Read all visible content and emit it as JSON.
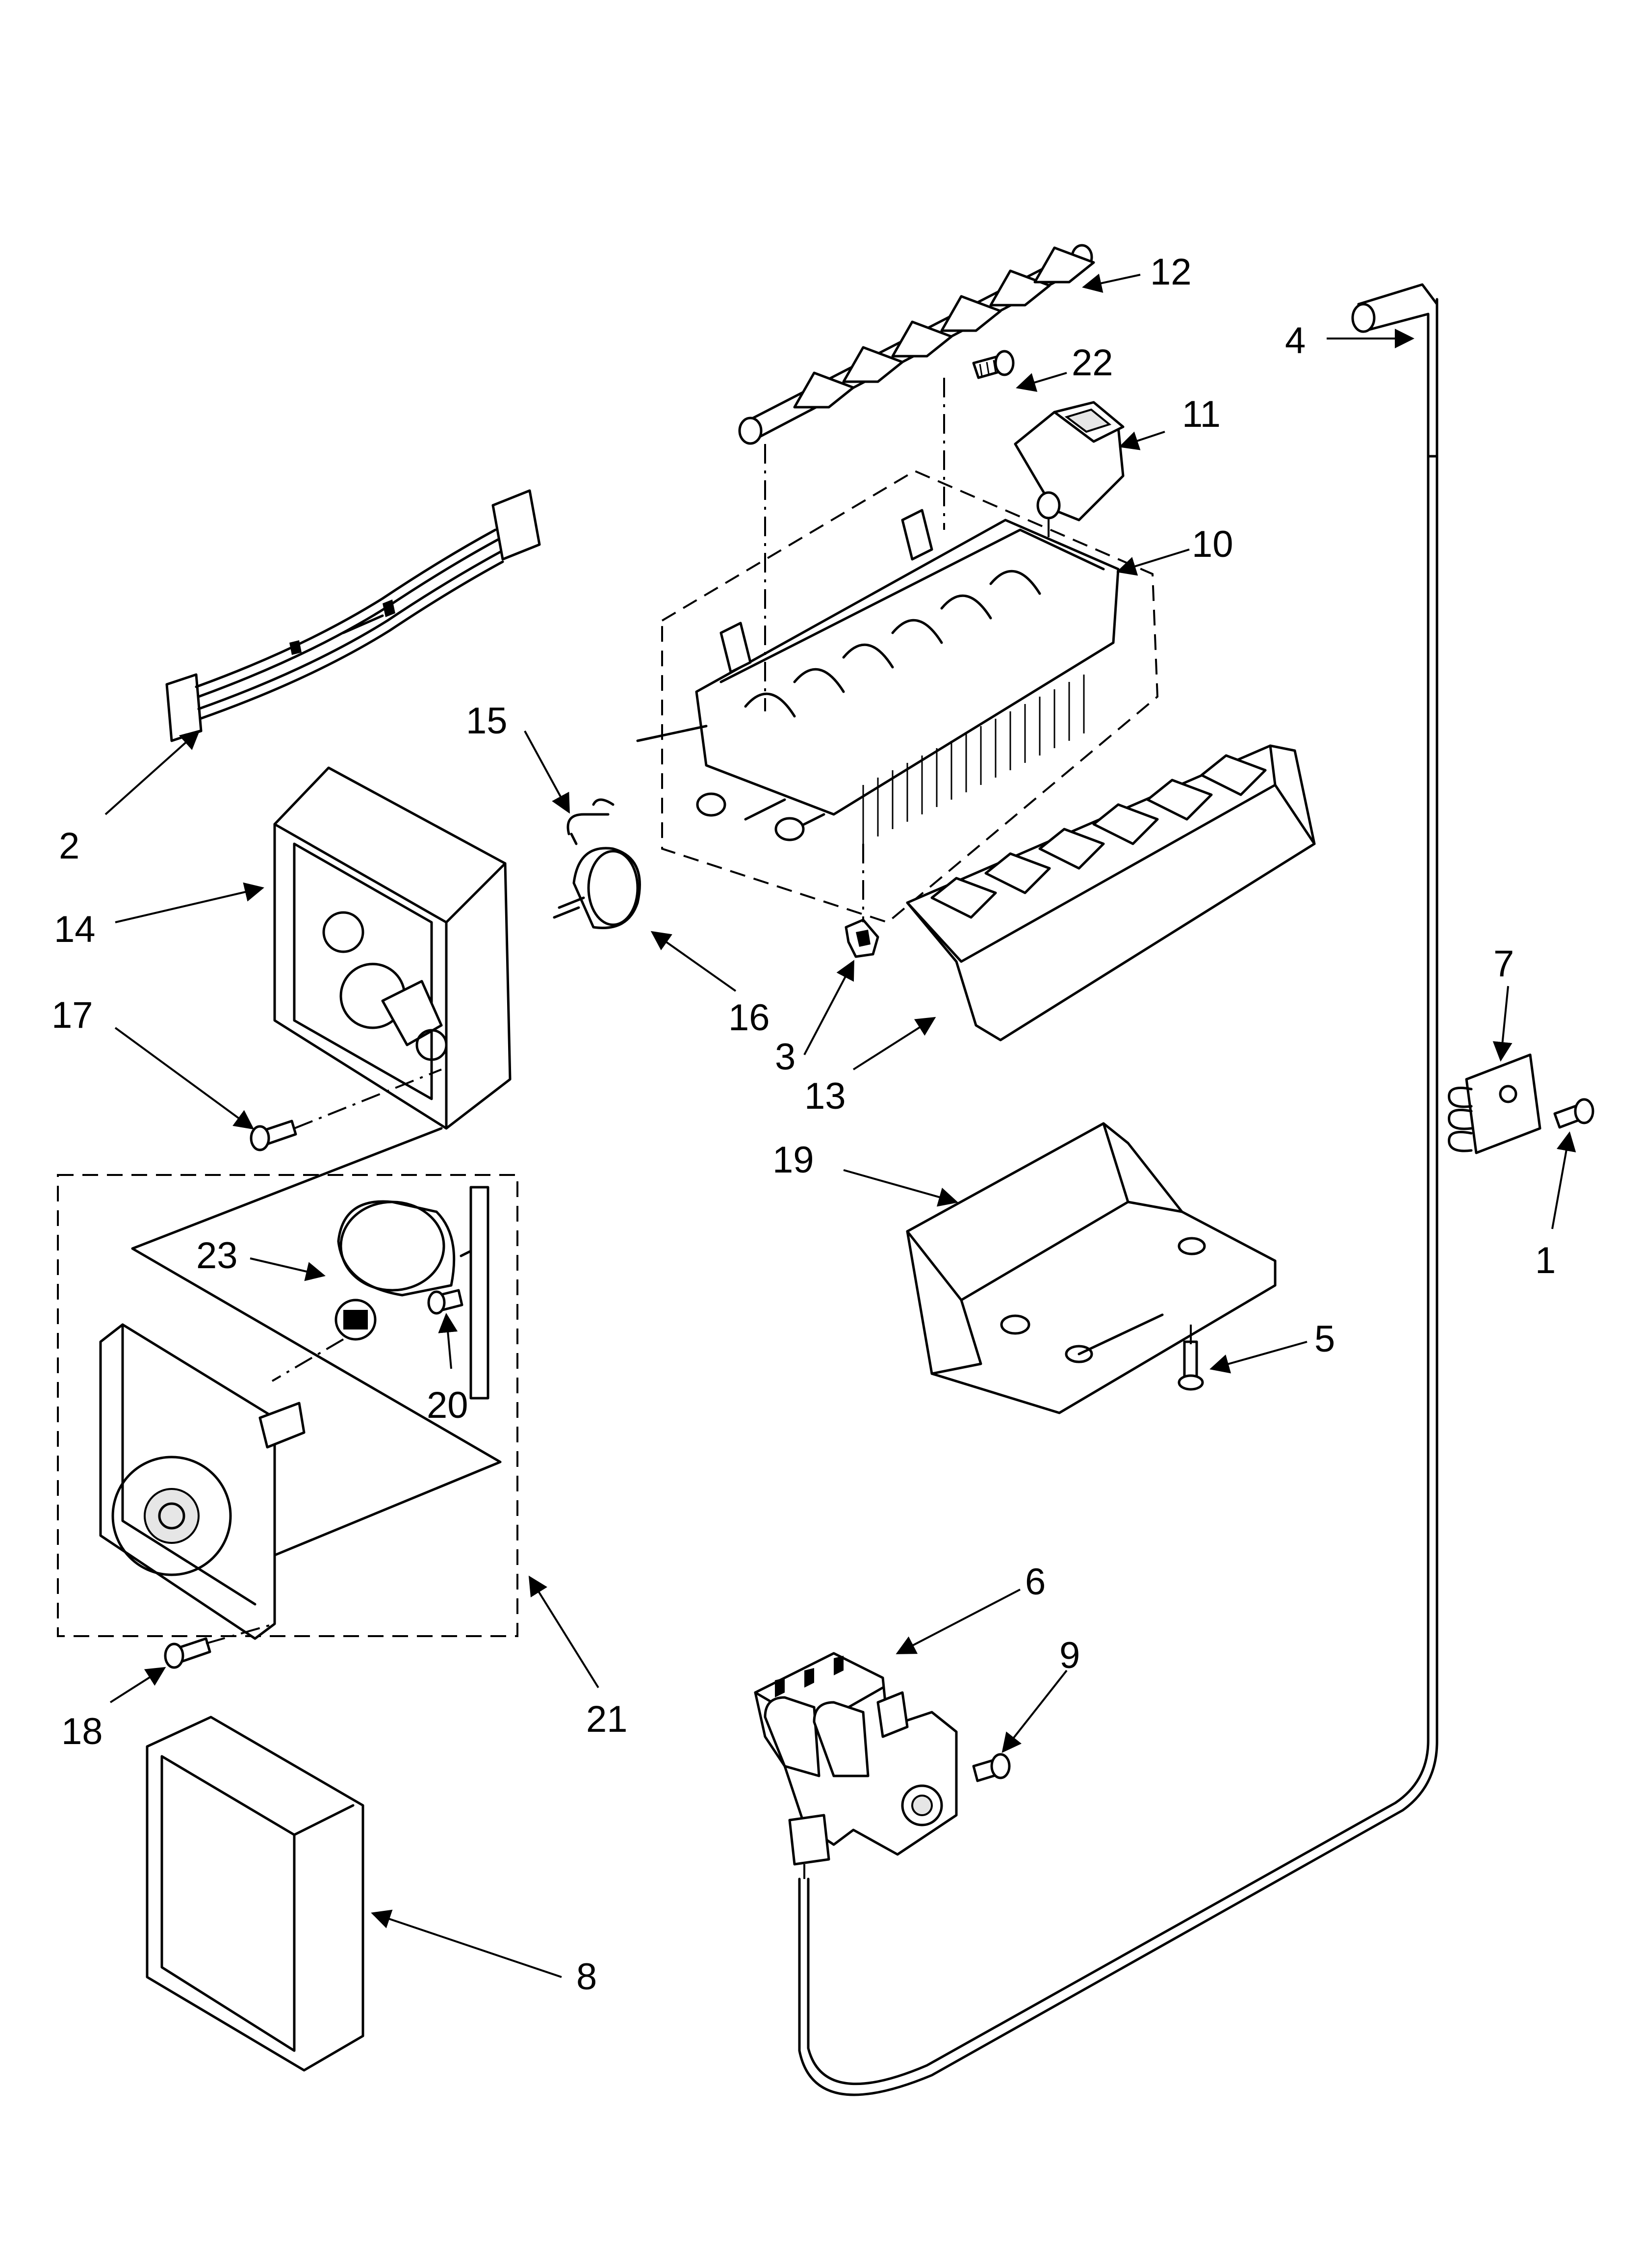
{
  "callouts": [
    {
      "id": "c1",
      "text": "1"
    },
    {
      "id": "c2",
      "text": "2"
    },
    {
      "id": "c3",
      "text": "3"
    },
    {
      "id": "c4",
      "text": "4"
    },
    {
      "id": "c5",
      "text": "5"
    },
    {
      "id": "c6",
      "text": "6"
    },
    {
      "id": "c7",
      "text": "7"
    },
    {
      "id": "c8",
      "text": "8"
    },
    {
      "id": "c9",
      "text": "9"
    },
    {
      "id": "c10",
      "text": "10"
    },
    {
      "id": "c11",
      "text": "11"
    },
    {
      "id": "c12",
      "text": "12"
    },
    {
      "id": "c13",
      "text": "13"
    },
    {
      "id": "c14",
      "text": "14"
    },
    {
      "id": "c15",
      "text": "15"
    },
    {
      "id": "c16",
      "text": "16"
    },
    {
      "id": "c17",
      "text": "17"
    },
    {
      "id": "c18",
      "text": "18"
    },
    {
      "id": "c19",
      "text": "19"
    },
    {
      "id": "c20",
      "text": "20"
    },
    {
      "id": "c21",
      "text": "21"
    },
    {
      "id": "c22",
      "text": "22"
    },
    {
      "id": "c23",
      "text": "23"
    }
  ],
  "colors": {
    "line": "#000000",
    "background": "#ffffff",
    "shade": "#e6e6e6"
  }
}
